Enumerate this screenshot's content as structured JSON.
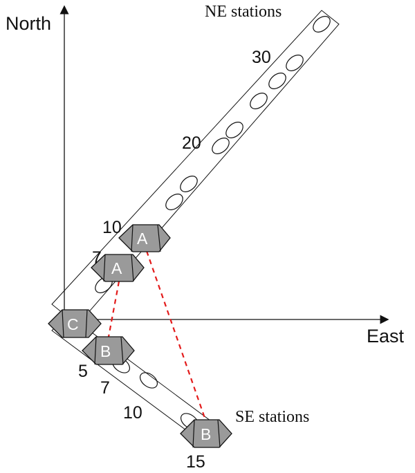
{
  "axes": {
    "north_label": "North",
    "east_label": "East"
  },
  "arrays": {
    "ne_label": "NE stations",
    "se_label": "SE stations"
  },
  "ne_numbers": {
    "n30": "30",
    "n20": "20",
    "n10": "10",
    "n7": "7"
  },
  "se_numbers": {
    "n5": "5",
    "n7": "7",
    "n10": "10",
    "n15": "15"
  },
  "stations": {
    "a_upper": "A",
    "a_lower": "A",
    "c_origin": "C",
    "b_near": "B",
    "b_far": "B"
  },
  "colors": {
    "station_fill": "#9a9a9a",
    "dashed_line": "#e31b1b"
  }
}
